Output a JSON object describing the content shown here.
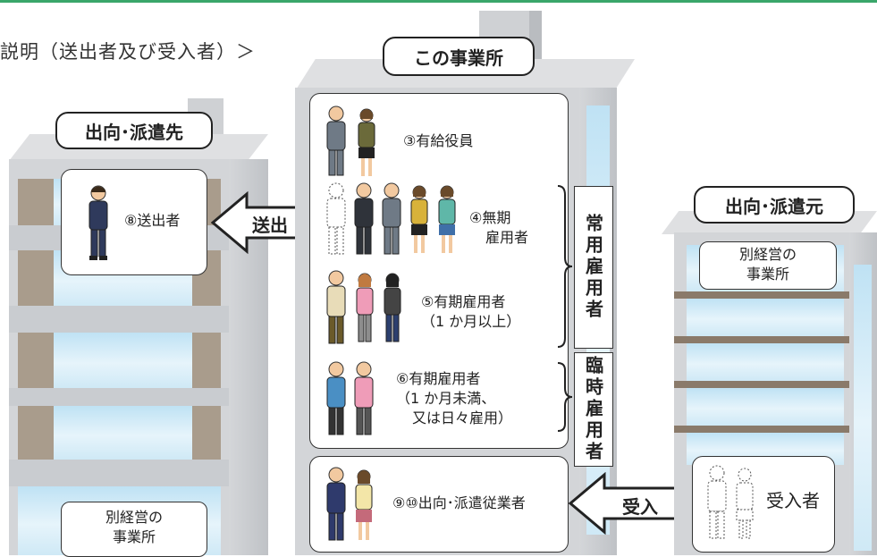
{
  "heading": "説明（送出者及び受入者）＞",
  "buildings": {
    "left_tag": "出向･派遣先",
    "center_tag": "この事業所",
    "right_tag": "出向･派遣元"
  },
  "left": {
    "sender_label": "⑧送出者",
    "branch_line1": "別経営の",
    "branch_line2": "事業所"
  },
  "right": {
    "branch_line1": "別経営の",
    "branch_line2": "事業所",
    "receiver_label": "受入者"
  },
  "center": {
    "paid_officers": "③有給役員",
    "indefinite_line1": "④無期",
    "indefinite_line2": "雇用者",
    "fixed_long_line1": "⑤有期雇用者",
    "fixed_long_line2": "（1 か月以上）",
    "fixed_short_line1": "⑥有期雇用者",
    "fixed_short_line2": "（1 か月未満、",
    "fixed_short_line3": "又は日々雇用）",
    "dispatched": "⑨⑩出向･派遣従業者",
    "regular_label": "常用雇用者",
    "temporary_label": "臨時雇用者"
  },
  "arrows": {
    "send": "送出",
    "receive": "受入"
  },
  "colors": {
    "accent_line": "#3aa66a",
    "window": "#cfe9f6",
    "building": "#d3d5d8",
    "pillar": "#a99c8c"
  }
}
